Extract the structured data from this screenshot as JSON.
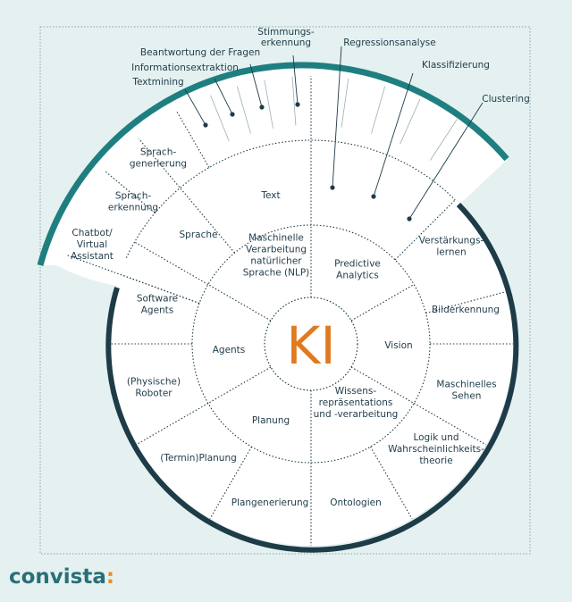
{
  "center": {
    "label": "KI"
  },
  "colors": {
    "background": "#e4f1f0",
    "ring_dark": "#1e3b48",
    "ring_teal": "#1f7f80",
    "text": "#1f3b4a",
    "center_text": "#e07a1f",
    "brand": "#2a6f78",
    "brand_accent": "#f08a24"
  },
  "inner_ring": [
    {
      "label": "Maschinelle Verarbeitung natürlicher Sprache (NLP)",
      "lines": [
        "Maschinelle",
        "Verarbeitung",
        "natürlicher",
        "Sprache (NLP)"
      ]
    },
    {
      "label": "Predictive Analytics",
      "lines": [
        "Predictive",
        "Analytics"
      ]
    },
    {
      "label": "Vision",
      "lines": [
        "Vision"
      ]
    },
    {
      "label": "Wissensrepräsentations und -verarbeitung",
      "lines": [
        "Wissens-",
        "repräsentations",
        "und -verarbeitung"
      ]
    },
    {
      "label": "Planung",
      "lines": [
        "Planung"
      ]
    },
    {
      "label": "Agents",
      "lines": [
        "Agents"
      ]
    }
  ],
  "outer_ring": [
    {
      "label": "Text",
      "lines": [
        "Text"
      ]
    },
    {
      "label": "Sprache",
      "lines": [
        "Sprache"
      ]
    },
    {
      "label": "Sprachgenerierung",
      "lines": [
        "Sprach-",
        "generierung"
      ]
    },
    {
      "label": "Spracherkennung",
      "lines": [
        "Sprach-",
        "erkennung"
      ]
    },
    {
      "label": "Chatbot/Virtual Assistant",
      "lines": [
        "Chatbot/",
        "Virtual",
        "Assistant"
      ]
    },
    {
      "label": "Software Agents",
      "lines": [
        "Software",
        "Agents"
      ]
    },
    {
      "label": "(Physische) Roboter",
      "lines": [
        "(Physische)",
        "Roboter"
      ]
    },
    {
      "label": "(Termin)Planung",
      "lines": [
        "(Termin)Planung"
      ]
    },
    {
      "label": "Plangenerierung",
      "lines": [
        "Plangenerierung"
      ]
    },
    {
      "label": "Ontologien",
      "lines": [
        "Ontologien"
      ]
    },
    {
      "label": "Logik und Wahrscheinlichkeitstheorie",
      "lines": [
        "Logik und",
        "Wahrscheinlichkeits-",
        "theorie"
      ]
    },
    {
      "label": "Maschinelles Sehen",
      "lines": [
        "Maschinelles",
        "Sehen"
      ]
    },
    {
      "label": "Bilderkennung",
      "lines": [
        "Bilderkennung"
      ]
    },
    {
      "label": "Verstärkungslernen",
      "lines": [
        "Verstärkungs-",
        "lernen"
      ]
    }
  ],
  "callouts": [
    {
      "label": "Textmining",
      "lines": [
        "Textmining"
      ]
    },
    {
      "label": "Informationsextraktion",
      "lines": [
        "Informationsextraktion"
      ]
    },
    {
      "label": "Beantwortung der Fragen",
      "lines": [
        "Beantwortung der Fragen"
      ]
    },
    {
      "label": "Stimmungserkennung",
      "lines": [
        "Stimmungs-",
        "erkennung"
      ]
    },
    {
      "label": "Regressionsanalyse",
      "lines": [
        "Regressionsanalyse"
      ]
    },
    {
      "label": "Klassifizierung",
      "lines": [
        "Klassifizierung"
      ]
    },
    {
      "label": "Clustering",
      "lines": [
        "Clustering"
      ]
    }
  ],
  "brand": {
    "name": "convista",
    "accent": ":"
  }
}
